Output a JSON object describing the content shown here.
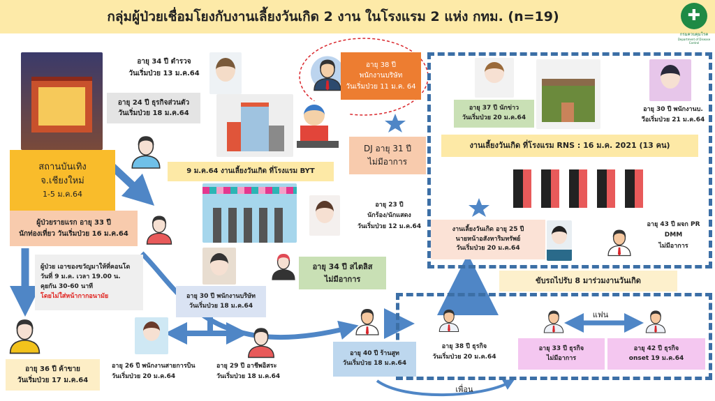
{
  "title": "กลุ่มผู้ป่วยเชื่อมโยงกับงานเลี้ยงวันเกิด 2 งาน ในโรงแรม 2 แห่ง กทม. (n=19)",
  "logo": {
    "name": "กรมควบคุมโรค",
    "sub": "Department of Disease Control"
  },
  "venue": {
    "line1": "สถานบันเทิง",
    "line2": "จ.เชียงใหม่",
    "line3": "1-5 ม.ค.64"
  },
  "index_case": {
    "line1": "ผู้ป่วยรายแรก อายุ 33 ปี",
    "line2": "นักท่องเที่ยว วันเริ่มป่วย 16 ม.ค.64"
  },
  "condo_note": {
    "line1": "ผู้ป่วย เอาของขวัญมาให้ที่คอนโด",
    "line2": "วันที่ 9 ม.ค. เวลา 19.00 น.",
    "line3": "คุยกัน 30-60 นาที",
    "warning": "โดยไม่ใส่หน้ากากอนามัย"
  },
  "cases": {
    "police": {
      "line1": "อายุ 34 ปี ตำรวจ",
      "line2": "วันเริ่มป่วย 13 ม.ค.64"
    },
    "business24": {
      "line1": "อายุ 24 ปี ธุรกิจส่วนตัว",
      "line2": "วันเริ่มป่วย 18 ม.ค.64"
    },
    "employee38": {
      "line1": "อายุ 38 ปี",
      "line2": "พนักงานบริษัท",
      "line3": "วันเริ่มป่วย 11 ม.ค. 64"
    },
    "dj": {
      "line1": "DJ อายุ 31 ปี",
      "line2": "ไม่มีอาการ"
    },
    "singer": {
      "line1": "อายุ 23 ปี",
      "line2": "นักร้อง/นักแสดง",
      "line3": "วันเริ่มป่วย 12 ม.ค.64"
    },
    "stylist": {
      "line1": "อายุ 34 ปี สไตลิส",
      "line2": "ไม่มีอาการ"
    },
    "employee30": {
      "line1": "อายุ 30 ปี พนักงานบริษัท",
      "line2": "วันเริ่มป่วย 18 ม.ค.64"
    },
    "trader": {
      "line1": "อายุ 36 ปี ค้าขาย",
      "line2": "วันเริ่มป่วย 17 ม.ค.64"
    },
    "airline": {
      "line1": "อายุ 26 ปี พนักงานสายการบิน",
      "line2": "วันเริ่มป่วย 20 ม.ค.64"
    },
    "freelance": {
      "line1": "อายุ 29 ปี อาชีพอิสระ",
      "line2": "วันเริ่มป่วย 18 ม.ค.64"
    },
    "massage": {
      "line1": "อายุ 40 ปี ร้านสูท",
      "line2": "วันเริ่มป่วย 18 ม.ค.64"
    },
    "reporter": {
      "line1": "อายุ 37 ปี นักข่าว",
      "line2": "วันเริ่มป่วย 20 ม.ค.64"
    },
    "employee30b": {
      "line1": "อายุ 30 ปี พนักงานบ.",
      "line2": "วีอเริ่มป่วย 21 ม.ค.64"
    },
    "auctioneer": {
      "line1": "งานเลี้ยงวันเกิด อายุ 25 ปี",
      "line2": "นายหน้าอสังหาริมทรัพย์",
      "line3": "วันเริ่มป่วย 20 ม.ค.64"
    },
    "pr": {
      "line1": "อายุ 43 ปี ผจก PR",
      "line2": "DMM",
      "line3": "ไม่มีอาการ"
    },
    "business38": {
      "line1": "อายุ 38 ปี ธุรกิจ",
      "line2": "วันเริ่มป่วย 20 ม.ค.64"
    },
    "business33": {
      "line1": "อายุ 33 ปี ธุรกิจ",
      "line2": "ไม่มีอาการ"
    },
    "business42": {
      "line1": "อายุ 42 ปี ธุรกิจ",
      "line2": "onset 19 ม.ค.64"
    }
  },
  "events": {
    "byt": "9 ม.ค.64 งานเลี้ยงวันเกิด ที่โรงแรม BYT",
    "rns": "งานเลี้ยงวันเกิด ที่โรงแรม RNS  : 16 ม.ค. 2021 (13 คน)",
    "drive": "ขับรถไปรับ 8 มาร่วมงานวันเกิด"
  },
  "relations": {
    "partner": "แฟน",
    "friend": "เพื่อน"
  },
  "colors": {
    "title_bg": "#fdeaa8",
    "venue": "#f9bc2b",
    "peach": "#f8cbad",
    "orange": "#ed7d31",
    "green": "#c9e0b5",
    "lightblue": "#dae3f3",
    "blue": "#bdd7ee",
    "pink": "#f4c7f0",
    "yellow": "#fde9a6",
    "arrow": "#4f86c6",
    "dash": "#3c6fa6"
  }
}
